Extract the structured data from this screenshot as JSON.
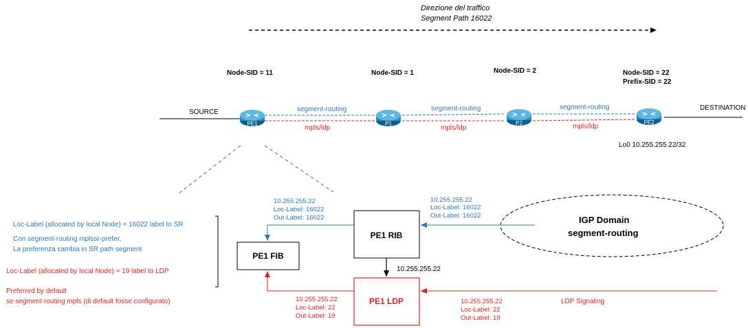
{
  "header": {
    "traffic_direction": "Direzione del traffico",
    "segment_path": "Segment Path 16022"
  },
  "nodes": {
    "pe1": {
      "label": "PE1",
      "sid": "Node-SID = 11"
    },
    "p1": {
      "label": "P1",
      "sid": "Node-SID = 1"
    },
    "p2": {
      "label": "P2",
      "sid": "Node-SID = 2"
    },
    "pe2": {
      "label": "PE2",
      "sid": "Node-SID = 22",
      "prefix_sid": "Prefix-SID = 22",
      "loopback": "Lo0 10.255.255.22/32"
    }
  },
  "endpoints": {
    "source": "SOURCE",
    "destination": "DESTINATION"
  },
  "links": {
    "sr_label": "segment-routing",
    "ldp_label": "mpls/ldp"
  },
  "boxes": {
    "fib": "PE1 FIB",
    "rib": "PE1 RIB",
    "ldp": "PE1 LDP",
    "igp_line1": "IGP Domain",
    "igp_line2": "segment-routing"
  },
  "rib_to_ldp_prefix": "10.255.255.22",
  "sr_entries": {
    "left": {
      "prefix": "10.255.255.22",
      "loc": "Loc-Label: 16022",
      "out": "Out-Label: 16022"
    },
    "right": {
      "prefix": "10.255.255.22",
      "loc": "Loc-Label: 16022",
      "out": "Out-Label: 16022"
    }
  },
  "ldp_entries": {
    "left": {
      "prefix": "10.255.255.22",
      "loc": "Loc-Label: 22",
      "out": "Out-Label: 19"
    },
    "right": {
      "prefix": "10.255.255.22",
      "loc": "Loc-Label: 22",
      "out": "Out-Label: 19"
    }
  },
  "ldp_signaling": "LDP Signaling",
  "notes": {
    "sr_note": "Loc-Label (allocated by local Node) = 16022 label to SR",
    "sr_prefer_1": "Con segment-routing mplssr-prefer,",
    "sr_prefer_2": "La preferenza cambia in SR path segment",
    "ldp_note": "Loc-Label (allocated by local Node) = 19 label to LDP",
    "default_1": "Preferred by default",
    "default_2": "se segment-routing mpls (di default fosse configurato)"
  },
  "colors": {
    "sr_blue": "#2E75B6",
    "ldp_red": "#E31E1E",
    "router_fill": "#1F8FC7"
  }
}
